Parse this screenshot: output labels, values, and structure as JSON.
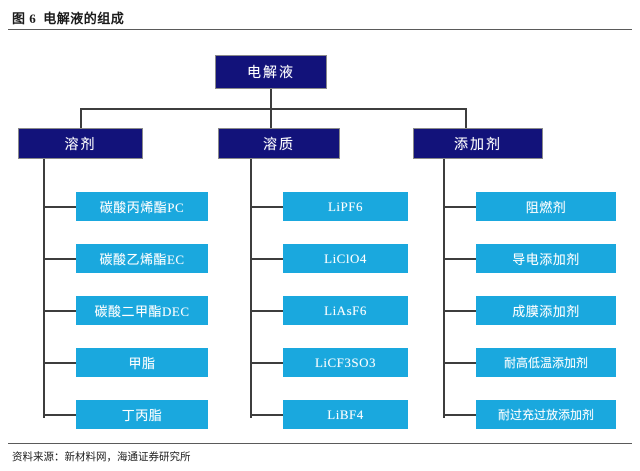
{
  "figure": {
    "number": "图 6",
    "title": "电解液的组成",
    "source": "资料来源：新材料网，海通证券研究所"
  },
  "colors": {
    "branch_fill": "#12127a",
    "leaf_fill": "#1aa8de",
    "connector": "#3d3d3d",
    "text_on_node": "#ffffff",
    "rule": "#5a5a5a",
    "page_background": "#ffffff"
  },
  "diagram": {
    "type": "tree",
    "root": {
      "label": "电解液"
    },
    "branches": [
      {
        "label": "溶剂",
        "children": [
          {
            "label": "碳酸丙烯酯PC"
          },
          {
            "label": "碳酸乙烯酯EC"
          },
          {
            "label": "碳酸二甲酯DEC"
          },
          {
            "label": "甲脂"
          },
          {
            "label": "丁丙脂"
          }
        ]
      },
      {
        "label": "溶质",
        "children": [
          {
            "label": "LiPF6"
          },
          {
            "label": "LiClO4"
          },
          {
            "label": "LiAsF6"
          },
          {
            "label": "LiCF3SO3"
          },
          {
            "label": "LiBF4"
          }
        ]
      },
      {
        "label": "添加剂",
        "children": [
          {
            "label": "阻燃剂"
          },
          {
            "label": "导电添加剂"
          },
          {
            "label": "成膜添加剂"
          },
          {
            "label": "耐高低温添加剂"
          },
          {
            "label": "耐过充过放添加剂"
          }
        ]
      }
    ]
  }
}
